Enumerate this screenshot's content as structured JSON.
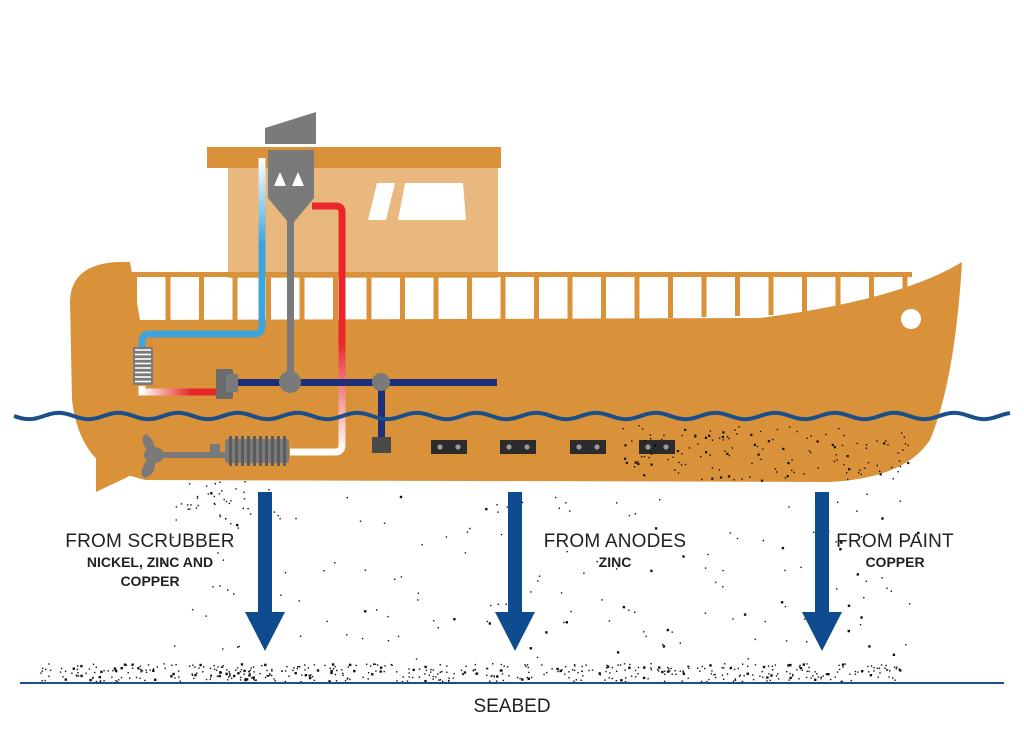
{
  "labels": {
    "scrubber": {
      "source": "FROM SCRUBBER",
      "metals": "NICKEL, ZINC AND COPPER"
    },
    "anodes": {
      "source": "FROM ANODES",
      "metals": "ZINC"
    },
    "paint": {
      "source": "FROM PAINT",
      "metals": "COPPER"
    },
    "seabed": "SEABED"
  },
  "colors": {
    "hull": "#d9913a",
    "cabin": "#e9b87e",
    "water_line": "#1b4f8a",
    "arrow": "#0f4c8f",
    "hot_pipe": "#e8262b",
    "cold_pipe": "#3fa4dc",
    "grey_equipment": "#7a7a7a",
    "anode": "#2b2b2b"
  },
  "icons": [
    "ship",
    "scrubber-tower",
    "heat-exchanger",
    "pump",
    "propeller",
    "anode",
    "down-arrow"
  ]
}
